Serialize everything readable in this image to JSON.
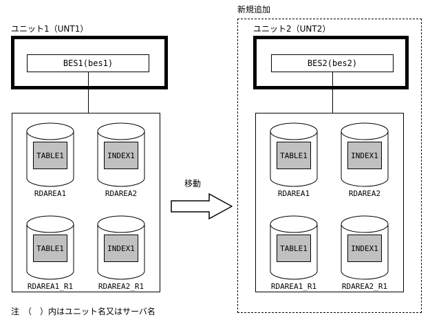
{
  "diagram": {
    "footnote": "注　（　）内はユニット名又はサーバ名",
    "transfer_label": "移動",
    "new_add_label": "新規追加"
  },
  "left_unit": {
    "title": "ユニット1（UNT1）",
    "server_label": "BES1(bes1)",
    "rdareas": [
      {
        "caption": "RDAREA1",
        "chip": "TABLE1"
      },
      {
        "caption": "RDAREA2",
        "chip": "INDEX1"
      },
      {
        "caption": "RDAREA1_R1",
        "chip": "TABLE1"
      },
      {
        "caption": "RDAREA2_R1",
        "chip": "INDEX1"
      }
    ]
  },
  "right_unit": {
    "title": "ユニット2（UNT2）",
    "server_label": "BES2(bes2)",
    "rdareas": [
      {
        "caption": "RDAREA1",
        "chip": "TABLE1"
      },
      {
        "caption": "RDAREA2",
        "chip": "INDEX1"
      },
      {
        "caption": "RDAREA1_R1",
        "chip": "TABLE1"
      },
      {
        "caption": "RDAREA2_R1",
        "chip": "INDEX1"
      }
    ]
  },
  "colors": {
    "chip_fill": "#c0c0c0",
    "stroke": "#000000",
    "background": "#ffffff"
  }
}
